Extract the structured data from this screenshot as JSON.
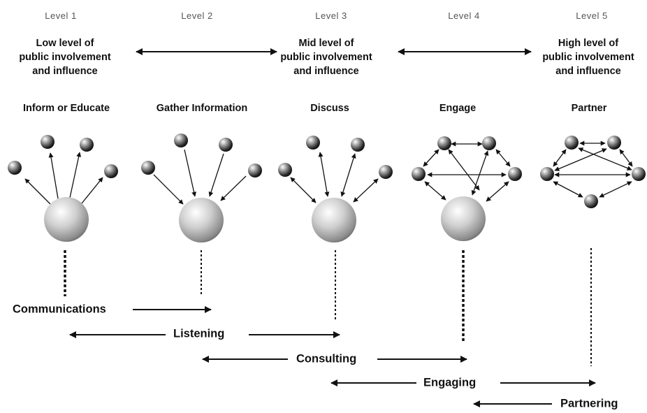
{
  "levels": [
    {
      "level": "Level 1",
      "activity": "Inform or Educate"
    },
    {
      "level": "Level 2",
      "activity": "Gather Information"
    },
    {
      "level": "Level 3",
      "activity": "Discuss"
    },
    {
      "level": "Level 4",
      "activity": "Engage"
    },
    {
      "level": "Level 5",
      "activity": "Partner"
    }
  ],
  "involvement": {
    "low": [
      "Low level of",
      "public involvement",
      "and influence"
    ],
    "mid": [
      "Mid level of",
      "public involvement",
      "and influence"
    ],
    "high": [
      "High level of",
      "public involvement",
      "and influence"
    ]
  },
  "modes": {
    "communications": "Communications",
    "listening": "Listening",
    "consulting": "Consulting",
    "engaging": "Engaging",
    "partnering": "Partnering"
  }
}
